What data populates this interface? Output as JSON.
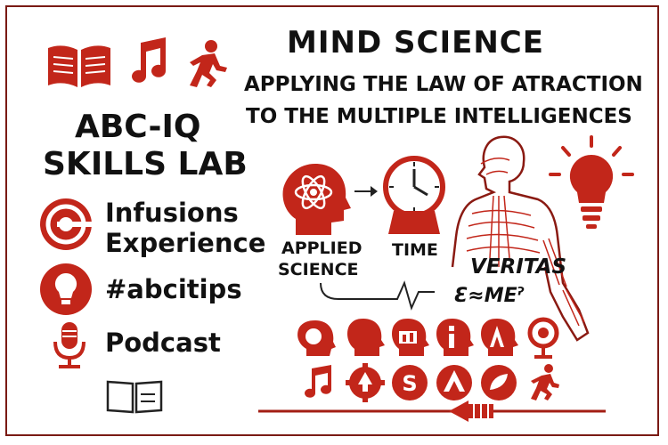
{
  "header": {
    "title": "MIND SCIENCE",
    "subtitle_line1": "APPLYING THE LAW OF ATRACTION",
    "subtitle_line2": "TO THE MULTIPLE INTELLIGENCES"
  },
  "brand": {
    "line1": "ABC-IQ",
    "line2": "SKILLS LAB"
  },
  "links": [
    {
      "label_line1": "Infusions",
      "label_line2": "Experience",
      "icon": "target-icon"
    },
    {
      "label": "#abcitips",
      "icon": "lightbulb-icon"
    },
    {
      "label": "Podcast",
      "icon": "microphone-icon"
    }
  ],
  "diagram": {
    "applied_line1": "APPLIED",
    "applied_line2": "SCIENCE",
    "time": "TIME",
    "veritas": "VERITAS",
    "formula": "Ɛ≈MEˀ"
  },
  "colors": {
    "accent": "#c2261a",
    "border": "#7a1a14"
  }
}
